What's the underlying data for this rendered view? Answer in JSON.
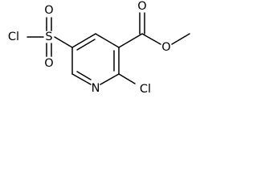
{
  "molecule": {
    "atoms": {
      "cl_sulfonyl": "Cl",
      "s": "S",
      "o_sulfonyl_top": "O",
      "o_sulfonyl_bottom": "O",
      "o_carbonyl": "O",
      "o_ester": "O",
      "n_ring": "N",
      "cl_ring": "Cl"
    },
    "colors": {
      "bond": "#000000",
      "label": "#000000",
      "background": "#ffffff"
    }
  }
}
